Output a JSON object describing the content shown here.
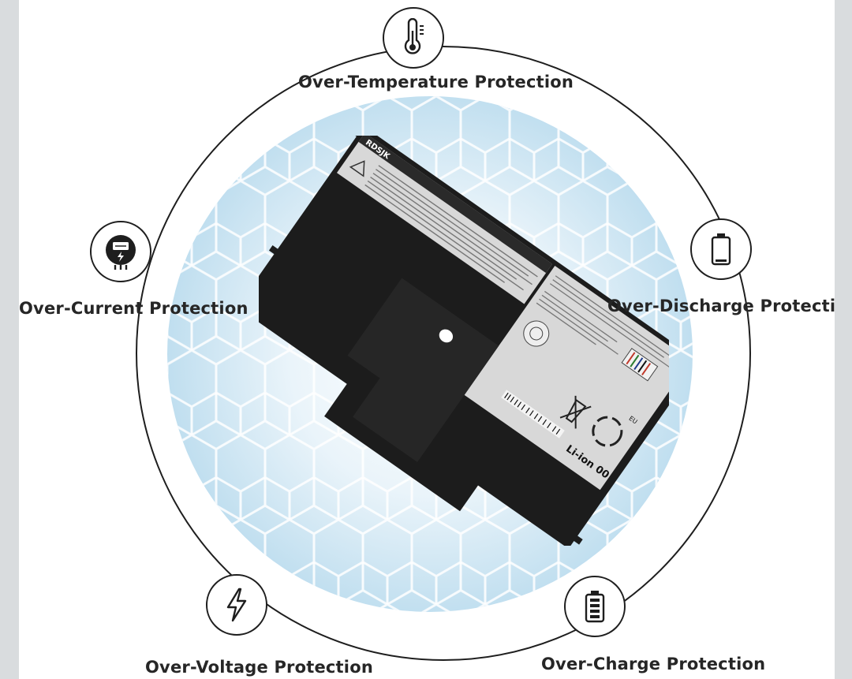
{
  "features": {
    "over_temperature": {
      "label": "Over-Temperature Protection",
      "icon": "thermometer-icon"
    },
    "over_current": {
      "label": "Over-Current Protection",
      "icon": "current-meter-icon"
    },
    "over_discharge": {
      "label": "Over-Discharge Protection",
      "icon": "battery-empty-icon"
    },
    "over_voltage": {
      "label": "Over-Voltage Protection",
      "icon": "lightning-icon"
    },
    "over_charge": {
      "label": "Over-Charge Protection",
      "icon": "battery-full-icon"
    }
  },
  "battery": {
    "brand": "RDSJK",
    "chemistry": "Li-ion 00",
    "region_mark": "EU"
  },
  "colors": {
    "line": "#1e1e1e",
    "glow": "#a8d2ea",
    "battery_body": "#1c1c1c",
    "label_panel": "#d8d8d8"
  }
}
